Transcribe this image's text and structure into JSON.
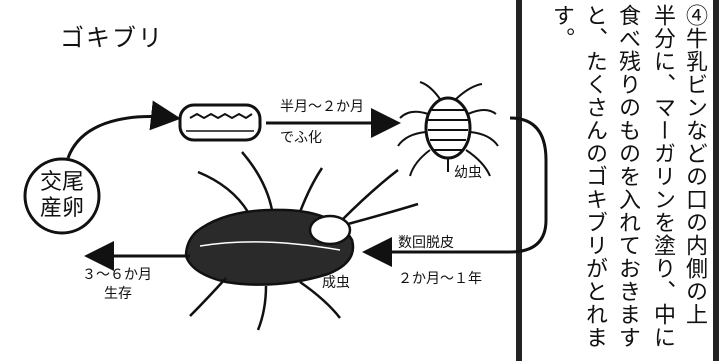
{
  "diagram": {
    "title": "ゴキブリ",
    "start_node": [
      "交尾",
      "産卵"
    ],
    "stages": {
      "egg_to_nymph": [
        "半月～２か月",
        "でふ化"
      ],
      "nymph": "幼虫",
      "nymph_to_adult": [
        "数回脱皮",
        "２か月～１年"
      ],
      "adult": "成虫",
      "lifespan": [
        "３～６か月",
        "生存"
      ]
    }
  },
  "text": {
    "columns": [
      "④牛乳ビンなどの口の内側の上",
      "半分に、マーガリンを塗り、中に",
      "食べ残りのものを入れておきます",
      "と、たくさんのゴキブリがとれま",
      "す。"
    ]
  }
}
